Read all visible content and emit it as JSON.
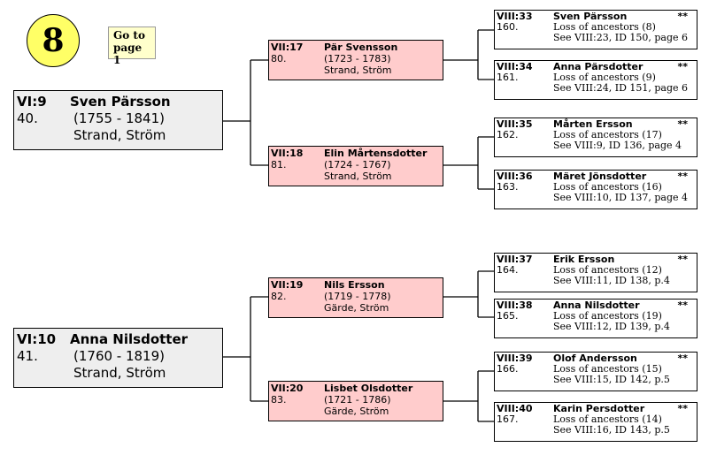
{
  "page_badge": "8",
  "goto": {
    "line1": "Go to",
    "line2": "page 1"
  },
  "gen6": [
    {
      "id": "VI:9",
      "name": "Sven Pärsson",
      "num": "40.",
      "dates": "(1755 - 1841)",
      "place": "Strand, Ström"
    },
    {
      "id": "VI:10",
      "name": "Anna Nilsdotter",
      "num": "41.",
      "dates": "(1760 - 1819)",
      "place": "Strand, Ström"
    }
  ],
  "gen7": [
    {
      "id": "VII:17",
      "name": "Pär Svensson",
      "num": "80.",
      "dates": "(1723 - 1783)",
      "place": "Strand, Ström"
    },
    {
      "id": "VII:18",
      "name": "Elin Mårtensdotter",
      "num": "81.",
      "dates": "(1724 - 1767)",
      "place": "Strand, Ström"
    },
    {
      "id": "VII:19",
      "name": "Nils Ersson",
      "num": "82.",
      "dates": "(1719 - 1778)",
      "place": "Gärde, Ström"
    },
    {
      "id": "VII:20",
      "name": "Lisbet Olsdotter",
      "num": "83.",
      "dates": "(1721 - 1786)",
      "place": "Gärde, Ström"
    }
  ],
  "gen8": [
    {
      "id": "VIII:33",
      "name": "Sven Pärsson",
      "stars": "**",
      "num": "160.",
      "loss": "Loss of ancestors (8)",
      "ref": "See VIII:23, ID 150, page 6"
    },
    {
      "id": "VIII:34",
      "name": "Anna Pärsdotter",
      "stars": "**",
      "num": "161.",
      "loss": "Loss of ancestors (9)",
      "ref": "See VIII:24, ID 151, page 6"
    },
    {
      "id": "VIII:35",
      "name": "Mårten Ersson",
      "stars": "**",
      "num": "162.",
      "loss": "Loss of ancestors (17)",
      "ref": "See VIII:9, ID 136, page 4"
    },
    {
      "id": "VIII:36",
      "name": "Märet Jönsdotter",
      "stars": "**",
      "num": "163.",
      "loss": "Loss of ancestors (16)",
      "ref": "See VIII:10, ID 137, page 4"
    },
    {
      "id": "VIII:37",
      "name": "Erik Ersson",
      "stars": "**",
      "num": "164.",
      "loss": "Loss of ancestors (12)",
      "ref": "See VIII:11, ID 138, p.4"
    },
    {
      "id": "VIII:38",
      "name": "Anna Nilsdotter",
      "stars": "**",
      "num": "165.",
      "loss": "Loss of ancestors (19)",
      "ref": "See VIII:12, ID 139, p.4"
    },
    {
      "id": "VIII:39",
      "name": "Olof Andersson",
      "stars": "**",
      "num": "166.",
      "loss": "Loss of ancestors (15)",
      "ref": "See VIII:15, ID 142, p.5"
    },
    {
      "id": "VIII:40",
      "name": "Karin Persdotter",
      "stars": "**",
      "num": "167.",
      "loss": "Loss of ancestors (14)",
      "ref": "See VIII:16, ID 143, p.5"
    }
  ]
}
